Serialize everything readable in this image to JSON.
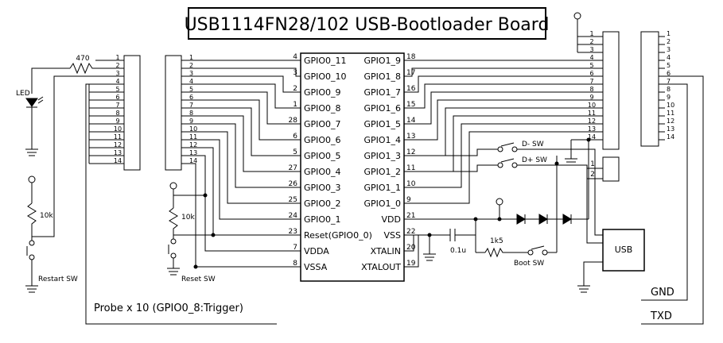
{
  "title": "USB1114FN28/102 USB-Bootloader Board",
  "ic": {
    "left_pins": [
      {
        "num": "4",
        "label": "GPIO0_11"
      },
      {
        "num": "3",
        "label": "GPIO0_10"
      },
      {
        "num": "2",
        "label": "GPIO0_9"
      },
      {
        "num": "1",
        "label": "GPIO0_8"
      },
      {
        "num": "28",
        "label": "GPIO0_7"
      },
      {
        "num": "6",
        "label": "GPIO0_6"
      },
      {
        "num": "5",
        "label": "GPIO0_5"
      },
      {
        "num": "27",
        "label": "GPIO0_4"
      },
      {
        "num": "26",
        "label": "GPIO0_3"
      },
      {
        "num": "25",
        "label": "GPIO0_2"
      },
      {
        "num": "24",
        "label": "GPIO0_1"
      },
      {
        "num": "23",
        "label": "Reset(GPIO0_0)"
      },
      {
        "num": "7",
        "label": "VDDA"
      },
      {
        "num": "8",
        "label": "VSSA"
      }
    ],
    "right_pins": [
      {
        "num": "18",
        "label": "GPIO1_9"
      },
      {
        "num": "17",
        "label": "GPIO1_8"
      },
      {
        "num": "16",
        "label": "GPIO1_7"
      },
      {
        "num": "15",
        "label": "GPIO1_6"
      },
      {
        "num": "14",
        "label": "GPIO1_5"
      },
      {
        "num": "13",
        "label": "GPIO1_4"
      },
      {
        "num": "12",
        "label": "GPIO1_3"
      },
      {
        "num": "11",
        "label": "GPIO1_2"
      },
      {
        "num": "10",
        "label": "GPIO1_1"
      },
      {
        "num": "9",
        "label": "GPIO1_0"
      },
      {
        "num": "21",
        "label": "VDD"
      },
      {
        "num": "22",
        "label": "VSS"
      },
      {
        "num": "20",
        "label": "XTALIN"
      },
      {
        "num": "19",
        "label": "XTALOUT"
      }
    ]
  },
  "connector_pins": [
    "1",
    "2",
    "3",
    "4",
    "5",
    "6",
    "7",
    "8",
    "9",
    "10",
    "11",
    "12",
    "13",
    "14"
  ],
  "small_connector_pins": [
    "1",
    "2"
  ],
  "labels": {
    "resistor_470": "470",
    "led": "LED",
    "resistor_10k": "10k",
    "restart_sw": "Restart SW",
    "reset_sw": "Reset SW",
    "probe_note": "Probe x 10 (GPIO0_8:Trigger)",
    "dminus_sw": "D- SW",
    "dplus_sw": "D+ SW",
    "cap": "0.1u",
    "resistor_1k5": "1k5",
    "boot_sw": "Boot SW",
    "usb": "USB",
    "gnd": "GND",
    "txd": "TXD"
  }
}
